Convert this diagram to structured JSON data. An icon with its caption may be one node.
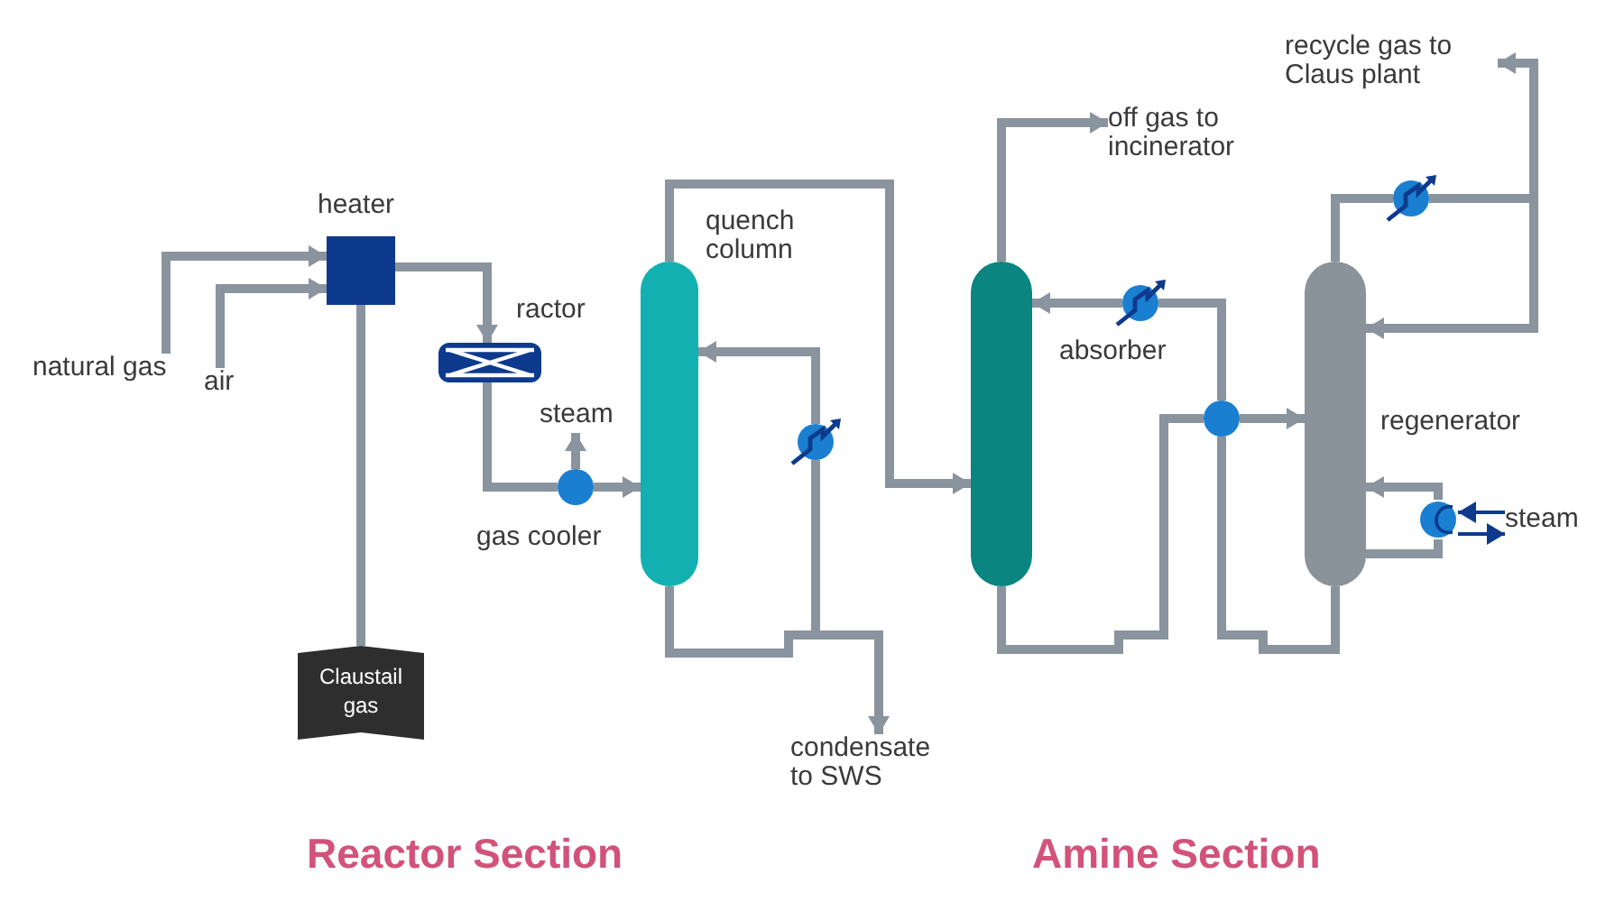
{
  "diagram": {
    "nodes": [
      {
        "text": [
          "heater"
        ]
      },
      {
        "text": [
          "ractor"
        ]
      },
      {
        "text": [
          "gas cooler"
        ]
      },
      {
        "text": [
          "steam"
        ]
      },
      {
        "text": [
          "natural gas"
        ]
      },
      {
        "text": [
          "air"
        ]
      },
      {
        "text": [
          "Claustail gas"
        ]
      },
      {
        "text": [
          "quench column"
        ]
      },
      {
        "text": [],
        "shape": "circle"
      },
      {
        "text": [
          "condensate to SWS"
        ]
      },
      {
        "text": [
          "absorber"
        ]
      },
      {
        "text": [
          "off gas to incinerator"
        ]
      },
      {
        "text": [],
        "shape": "circle"
      },
      {
        "text": [],
        "shape": "circle"
      },
      {
        "text": [
          "regenerator"
        ]
      },
      {
        "text": [],
        "shape": "circle"
      },
      {
        "text": [
          "recycle gas to Claus plant"
        ]
      },
      {
        "text": [],
        "shape": "circle"
      },
      {
        "text": [
          "steam"
        ]
      }
    ],
    "edges": [
      {
        "from": 4,
        "to": 0,
        "arrow": "to"
      },
      {
        "from": 5,
        "to": 0,
        "arrow": "to"
      },
      {
        "from": 0,
        "to": 6,
        "arrow": "none"
      },
      {
        "from": 0,
        "to": 1,
        "arrow": "to"
      },
      {
        "from": 1,
        "to": 2,
        "arrow": "none"
      },
      {
        "from": 2,
        "to": 3,
        "arrow": "to"
      },
      {
        "from": 2,
        "to": 7,
        "arrow": "to"
      },
      {
        "from": 7,
        "to": 10,
        "arrow": "to"
      },
      {
        "from": 7,
        "to": 8,
        "arrow": "none"
      },
      {
        "from": 8,
        "to": 7,
        "arrow": "to"
      },
      {
        "from": 7,
        "to": 9,
        "arrow": "to"
      },
      {
        "from": 10,
        "to": 11,
        "arrow": "to"
      },
      {
        "from": 10,
        "to": 13,
        "arrow": "none"
      },
      {
        "from": 13,
        "to": 14,
        "arrow": "to"
      },
      {
        "from": 14,
        "to": 13,
        "arrow": "none"
      },
      {
        "from": 13,
        "to": 12,
        "arrow": "none"
      },
      {
        "from": 12,
        "to": 10,
        "arrow": "to"
      },
      {
        "from": 14,
        "to": 15,
        "arrow": "none"
      },
      {
        "from": 15,
        "to": 16,
        "arrow": "to"
      },
      {
        "from": 15,
        "to": 14,
        "arrow": "to"
      },
      {
        "from": 14,
        "to": 17,
        "arrow": "none"
      },
      {
        "from": 17,
        "to": 14,
        "arrow": "to"
      },
      {
        "from": 18,
        "to": 17,
        "arrow": "to",
        "color": "#0d3a8c"
      },
      {
        "from": 17,
        "to": 18,
        "arrow": "to",
        "color": "#0d3a8c"
      }
    ],
    "labels": [
      "Reactor Section",
      "Amine Section"
    ]
  }
}
